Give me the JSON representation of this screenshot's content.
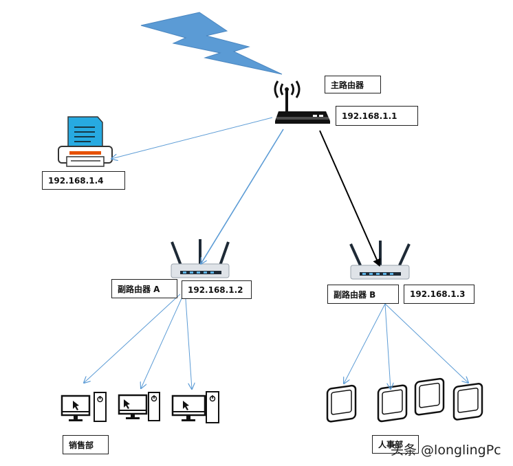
{
  "main_router": {
    "name": "主路由器",
    "ip": "192.168.1.1"
  },
  "printer": {
    "ip": "192.168.1.4"
  },
  "sub_router_a": {
    "name": "副路由器 A",
    "ip": "192.168.1.2"
  },
  "sub_router_b": {
    "name": "副路由器 B",
    "ip": "192.168.1.3"
  },
  "departments": {
    "sales": "销售部",
    "hr": "人事部"
  },
  "watermark": "头条 @longlingPc",
  "colors": {
    "blue_arrow": "#5b9bd5",
    "black_arrow": "#000000",
    "lightning": "#5b9bd5",
    "printer_body": "#27aae1",
    "router_dark": "#1e2a36"
  }
}
